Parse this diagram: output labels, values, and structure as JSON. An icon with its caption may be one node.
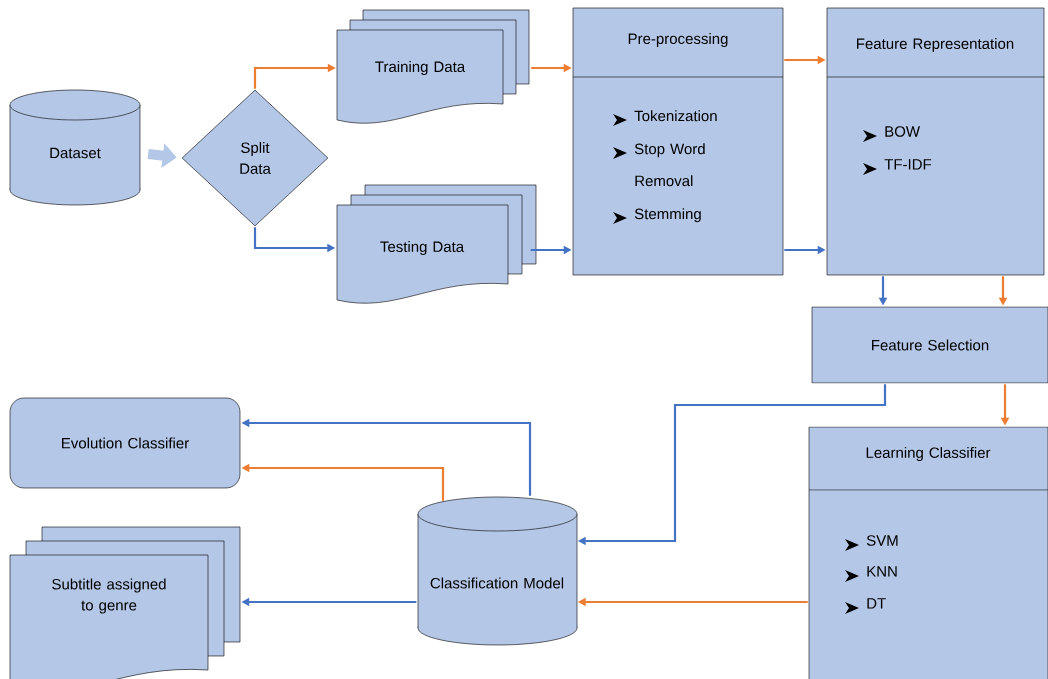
{
  "diagram": {
    "nodes": [
      {
        "text": [
          "Dataset"
        ]
      },
      {
        "text": [
          "Split Data"
        ]
      },
      {
        "text": [
          "Training Data"
        ]
      },
      {
        "text": [
          "Testing Data"
        ]
      },
      {
        "text": [
          "Pre-processing",
          "Tokenization",
          "Stop Word Removal",
          "Stemming"
        ]
      },
      {
        "text": [
          "Feature Representation",
          "BOW",
          "TF-IDF"
        ]
      },
      {
        "text": [
          "Feature Selection"
        ]
      },
      {
        "text": [
          "Learning Classifier",
          "SVM",
          "KNN",
          "DT"
        ]
      },
      {
        "text": [
          "Classification Model"
        ]
      },
      {
        "text": [
          "Evolution Classifier"
        ]
      },
      {
        "text": [
          "Subtitle assigned to genre"
        ]
      }
    ],
    "edges": [
      {
        "from": 0,
        "to": 1,
        "arrow": "to",
        "style": "thick",
        "color": "#b4c7e7"
      },
      {
        "from": 1,
        "to": 2,
        "arrow": "to",
        "color": "#ed7d31"
      },
      {
        "from": 1,
        "to": 3,
        "arrow": "to",
        "color": "#4472c4"
      },
      {
        "from": 2,
        "to": 4,
        "arrow": "to",
        "color": "#ed7d31"
      },
      {
        "from": 3,
        "to": 4,
        "arrow": "to",
        "color": "#4472c4"
      },
      {
        "from": 4,
        "to": 5,
        "arrow": "to",
        "color": "#ed7d31"
      },
      {
        "from": 4,
        "to": 5,
        "arrow": "to",
        "color": "#4472c4"
      },
      {
        "from": 5,
        "to": 6,
        "arrow": "to",
        "color": "#4472c4"
      },
      {
        "from": 5,
        "to": 6,
        "arrow": "to",
        "color": "#ed7d31"
      },
      {
        "from": 6,
        "to": 8,
        "arrow": "to",
        "color": "#4472c4"
      },
      {
        "from": 6,
        "to": 7,
        "arrow": "to",
        "color": "#ed7d31"
      },
      {
        "from": 7,
        "to": 8,
        "arrow": "to",
        "color": "#ed7d31"
      },
      {
        "from": 8,
        "to": 9,
        "arrow": "to",
        "color": "#4472c4"
      },
      {
        "from": 8,
        "to": 9,
        "arrow": "to",
        "color": "#ed7d31"
      },
      {
        "from": 8,
        "to": 10,
        "arrow": "to",
        "color": "#4472c4"
      }
    ]
  }
}
